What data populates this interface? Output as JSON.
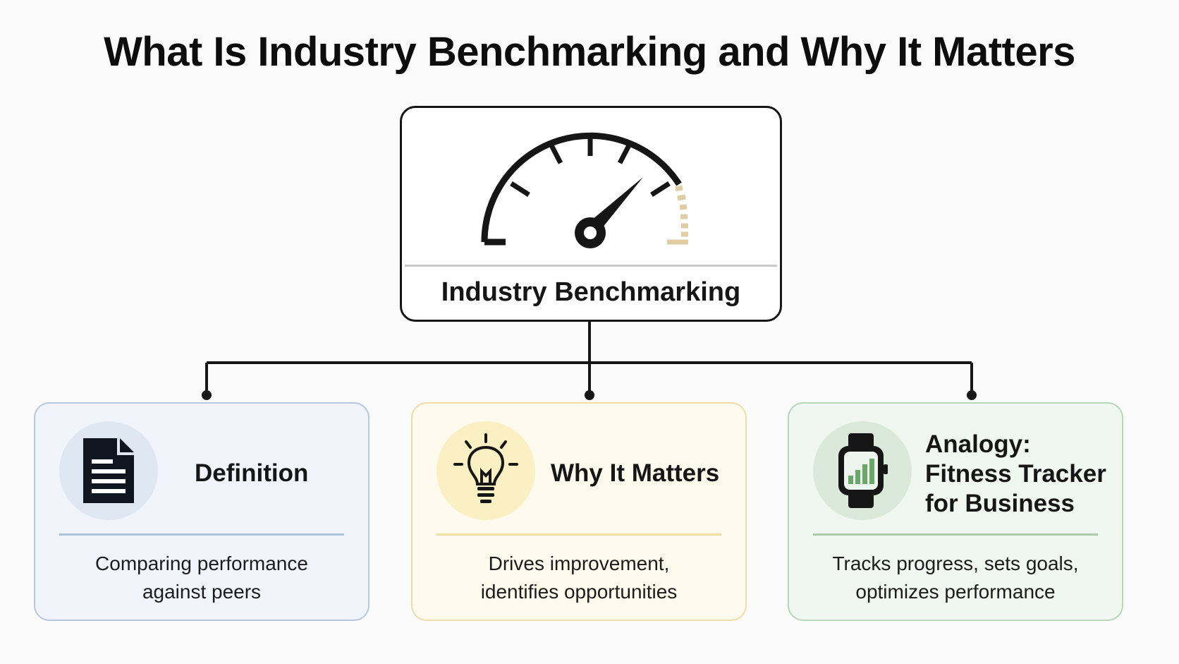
{
  "title": "What Is Industry Benchmarking and Why It Matters",
  "center_node": {
    "label": "Industry Benchmarking",
    "icon": "speedometer-gauge-icon",
    "gauge_level": 0.75
  },
  "cards": [
    {
      "heading": "Definition",
      "body": "Comparing performance\nagainst peers",
      "icon": "document-icon",
      "accent": "#dfe7f2"
    },
    {
      "heading": "Why It Matters",
      "body": "Drives improvement,\nidentifies opportunities",
      "icon": "lightbulb-icon",
      "accent": "#fbefc4"
    },
    {
      "heading": "Analogy:\nFitness Tracker\nfor Business",
      "body": "Tracks progress, sets goals,\noptimizes performance",
      "icon": "smartwatch-icon",
      "accent": "#dbe9db"
    }
  ]
}
